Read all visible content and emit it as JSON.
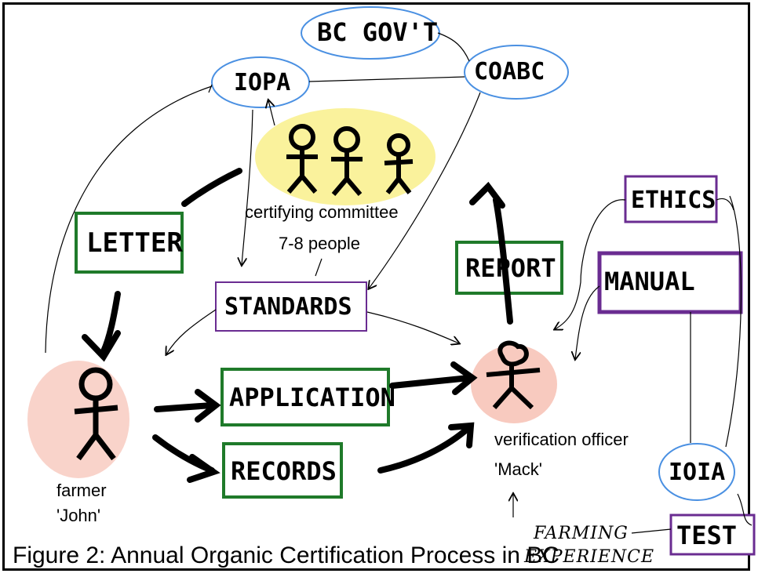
{
  "caption": "Figure 2: Annual Organic Certification Process in BC",
  "organizations": {
    "bc_govt": "BC GOV'T",
    "coabc": "COABC",
    "iopa": "IOPA",
    "ioia": "IOIA"
  },
  "boxes": {
    "letter": "LETTER",
    "standards": "STANDARDS",
    "application": "APPLICATION",
    "records": "RECORDS",
    "report": "REPORT",
    "ethics": "ETHICS",
    "manual": "MANUAL",
    "test": "TEST"
  },
  "people": {
    "committee_line1": "certifying committee",
    "committee_line2": "7-8 people",
    "farmer_line1": "farmer",
    "farmer_line2": "'John'",
    "officer_line1": "verification officer",
    "officer_line2": "'Mack'"
  },
  "farming_experience": {
    "line1": "FARMING",
    "line2": "EXPERIENCE"
  },
  "colors": {
    "ellipse": "#4a90e2",
    "green_box": "#1f7a2a",
    "purple_box": "#6a2c91",
    "yellow_spray": "#f5e84a",
    "red_spray": "#e8502a"
  }
}
